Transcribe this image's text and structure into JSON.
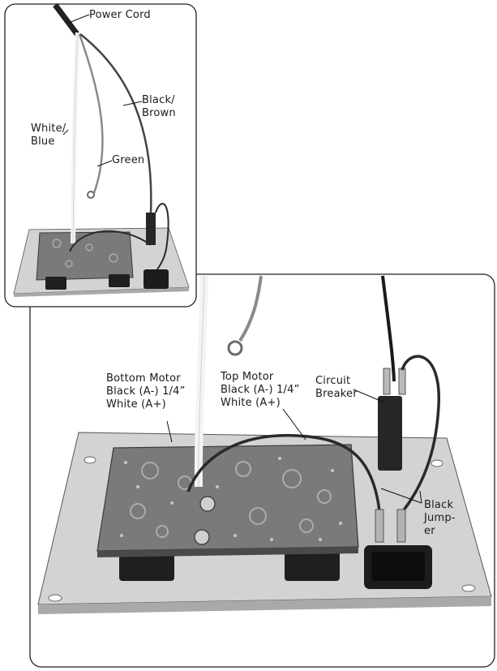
{
  "inset_labels": {
    "power_cord": "Power Cord",
    "black_brown": "Black/\nBrown",
    "white_blue": "White/\nBlue",
    "green": "Green"
  },
  "main_labels": {
    "bottom_motor": "Bottom Motor\nBlack (A-) 1/4”\nWhite (A+)",
    "top_motor": "Top Motor\nBlack (A-) 1/4”\nWhite (A+)",
    "circuit_breaker": "Circuit\nBreaker",
    "black_jumper": "Black\nJump-\ner"
  }
}
